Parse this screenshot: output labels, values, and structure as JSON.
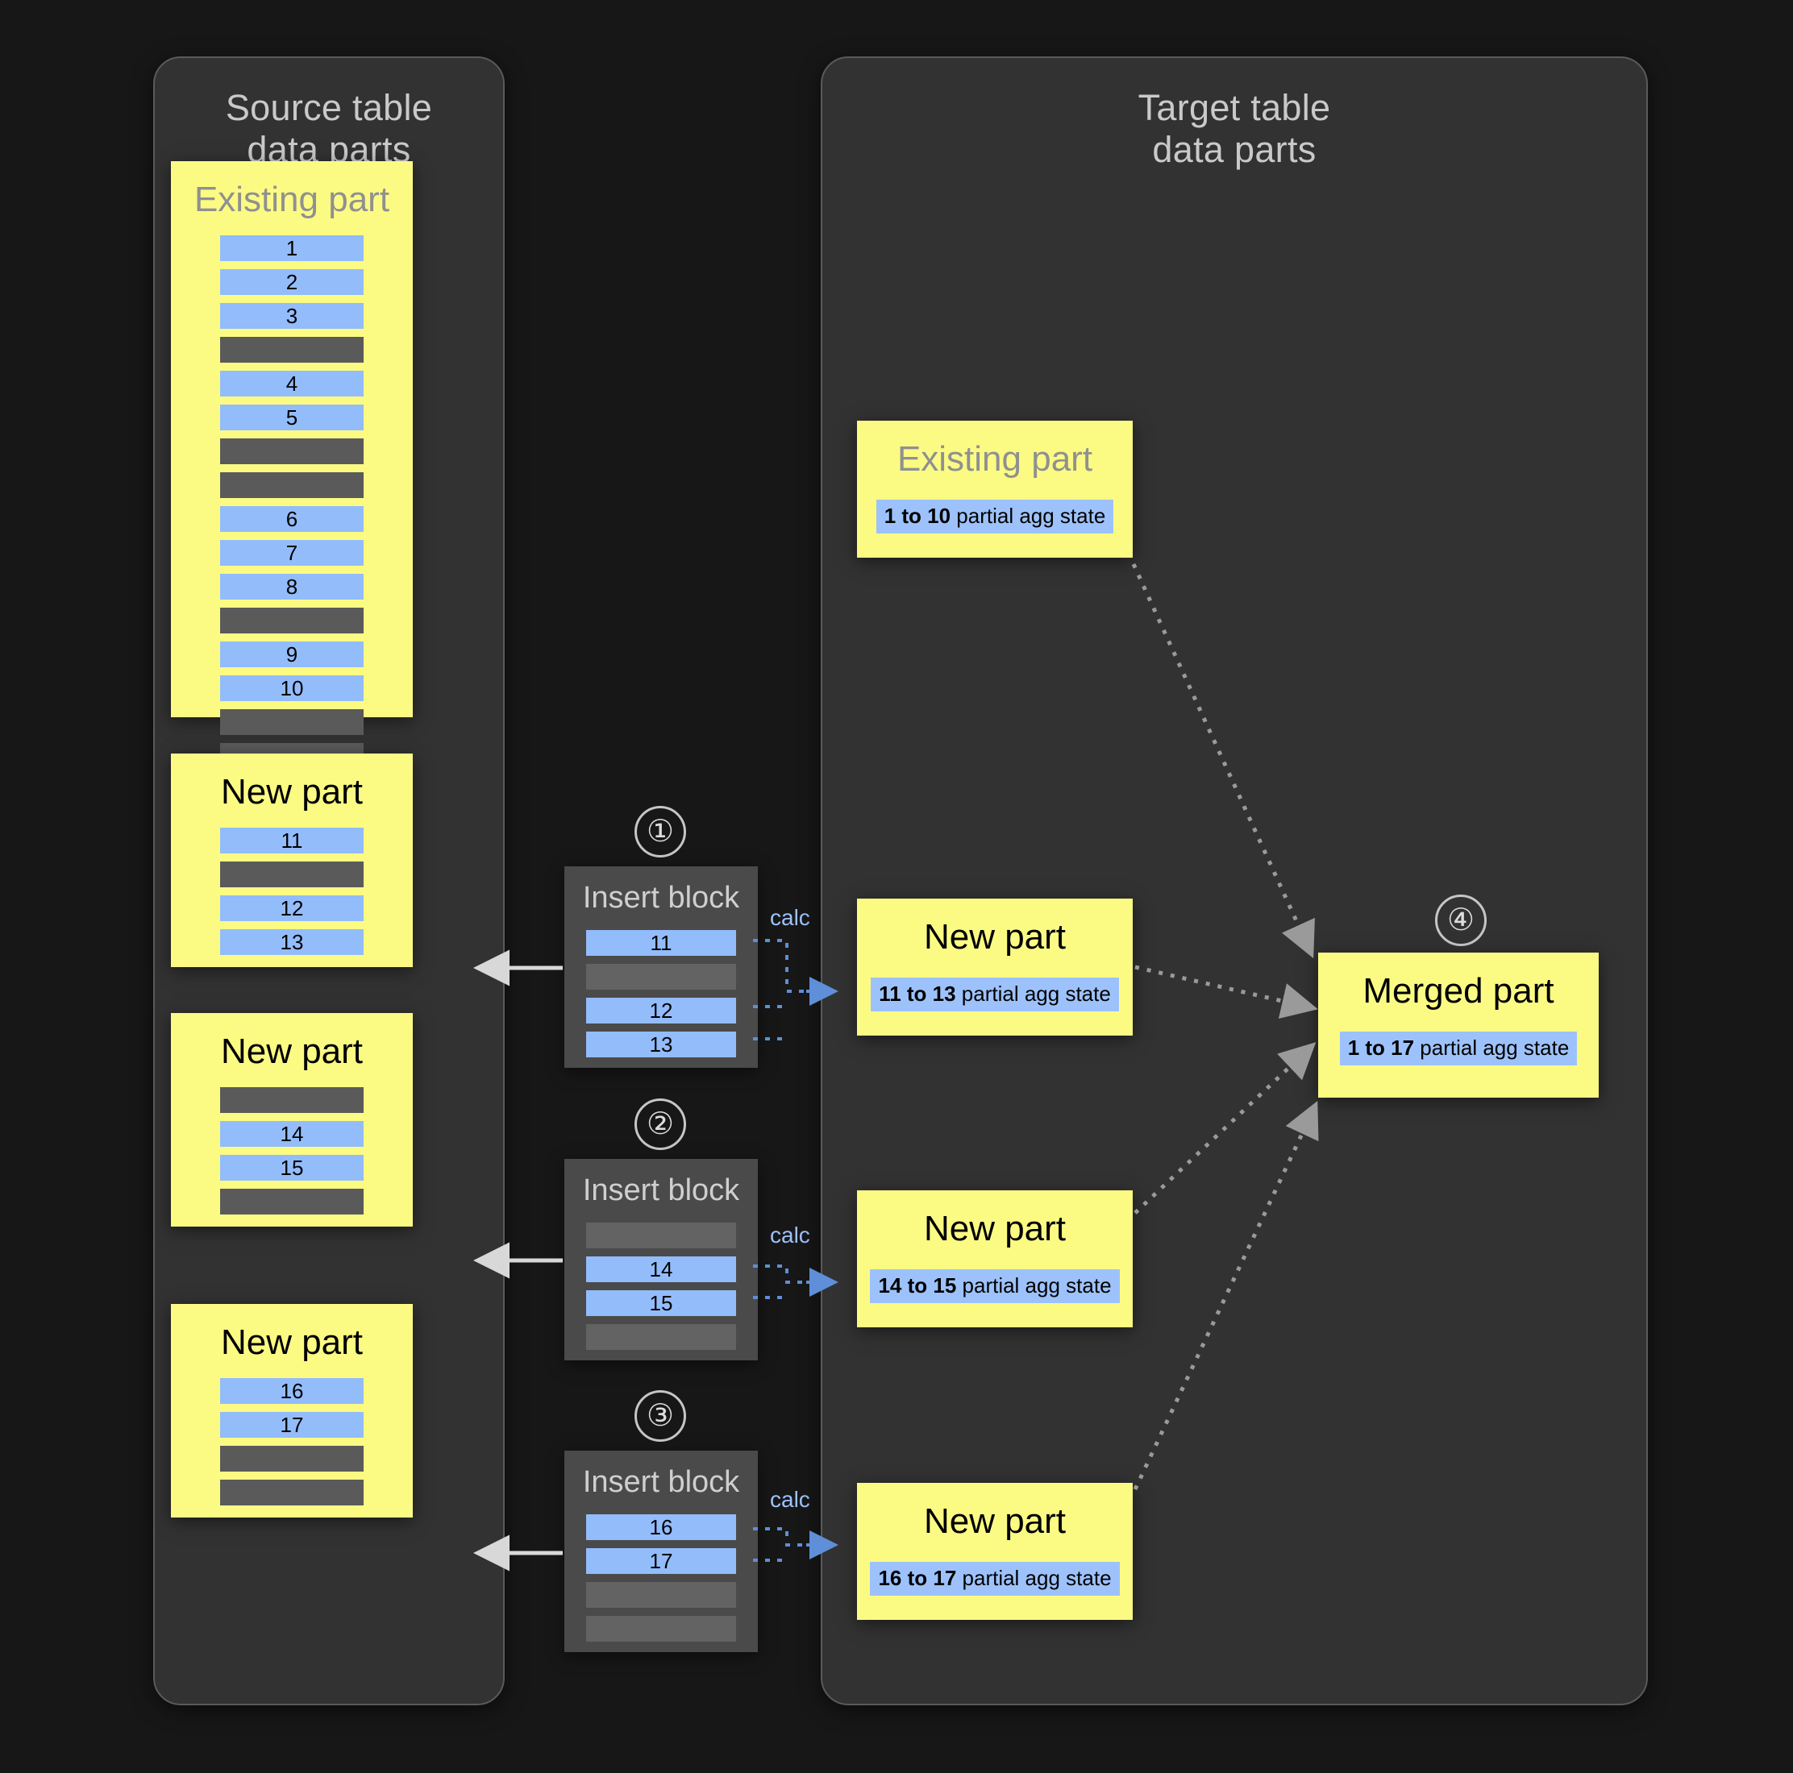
{
  "panels": {
    "source": {
      "title": "Source table\ndata parts"
    },
    "target": {
      "title": "Target table\ndata parts"
    }
  },
  "source_parts": [
    {
      "name": "existing-part",
      "title": "Existing part",
      "rows": [
        {
          "type": "blue",
          "label": "1"
        },
        {
          "type": "blue",
          "label": "2"
        },
        {
          "type": "blue",
          "label": "3"
        },
        {
          "type": "gray",
          "label": ""
        },
        {
          "type": "blue",
          "label": "4"
        },
        {
          "type": "blue",
          "label": "5"
        },
        {
          "type": "gray",
          "label": ""
        },
        {
          "type": "gray",
          "label": ""
        },
        {
          "type": "blue",
          "label": "6"
        },
        {
          "type": "blue",
          "label": "7"
        },
        {
          "type": "blue",
          "label": "8"
        },
        {
          "type": "gray",
          "label": ""
        },
        {
          "type": "blue",
          "label": "9"
        },
        {
          "type": "blue",
          "label": "10"
        },
        {
          "type": "gray",
          "label": ""
        },
        {
          "type": "gray",
          "label": ""
        }
      ]
    },
    {
      "name": "new-part-1",
      "title": "New part",
      "rows": [
        {
          "type": "blue",
          "label": "11"
        },
        {
          "type": "gray",
          "label": ""
        },
        {
          "type": "blue",
          "label": "12"
        },
        {
          "type": "blue",
          "label": "13"
        }
      ]
    },
    {
      "name": "new-part-2",
      "title": "New part",
      "rows": [
        {
          "type": "gray",
          "label": ""
        },
        {
          "type": "blue",
          "label": "14"
        },
        {
          "type": "blue",
          "label": "15"
        },
        {
          "type": "gray",
          "label": ""
        }
      ]
    },
    {
      "name": "new-part-3",
      "title": "New part",
      "rows": [
        {
          "type": "blue",
          "label": "16"
        },
        {
          "type": "blue",
          "label": "17"
        },
        {
          "type": "gray",
          "label": ""
        },
        {
          "type": "gray",
          "label": ""
        }
      ]
    }
  ],
  "insert_blocks": [
    {
      "step": "①",
      "title": "Insert block",
      "calc_label": "calc",
      "rows": [
        {
          "type": "blue",
          "label": "11"
        },
        {
          "type": "gray",
          "label": ""
        },
        {
          "type": "blue",
          "label": "12"
        },
        {
          "type": "blue",
          "label": "13"
        }
      ]
    },
    {
      "step": "②",
      "title": "Insert block",
      "calc_label": "calc",
      "rows": [
        {
          "type": "gray",
          "label": ""
        },
        {
          "type": "blue",
          "label": "14"
        },
        {
          "type": "blue",
          "label": "15"
        },
        {
          "type": "gray",
          "label": ""
        }
      ]
    },
    {
      "step": "③",
      "title": "Insert block",
      "calc_label": "calc",
      "rows": [
        {
          "type": "blue",
          "label": "16"
        },
        {
          "type": "blue",
          "label": "17"
        },
        {
          "type": "gray",
          "label": ""
        },
        {
          "type": "gray",
          "label": ""
        }
      ]
    }
  ],
  "target_parts": [
    {
      "name": "target-existing-part",
      "title": "Existing part",
      "title_style": "muted",
      "agg_range": "1 to 10",
      "agg_suffix": " partial agg state"
    },
    {
      "name": "target-new-part-1",
      "title": "New part",
      "title_style": "dark",
      "agg_range": "11 to 13",
      "agg_suffix": " partial agg state"
    },
    {
      "name": "target-new-part-2",
      "title": "New part",
      "title_style": "dark",
      "agg_range": "14 to 15",
      "agg_suffix": " partial agg state"
    },
    {
      "name": "target-new-part-3",
      "title": "New part",
      "title_style": "dark",
      "agg_range": "16 to 17",
      "agg_suffix": " partial agg state"
    }
  ],
  "merged": {
    "step": "④",
    "title": "Merged part",
    "agg_range": "1 to 17",
    "agg_suffix": " partial agg state"
  },
  "colors": {
    "background": "#171717",
    "panel": "#323232",
    "panel_border": "#5a5a5a",
    "part_yellow": "#fbfb84",
    "row_blue": "#93bcfb",
    "row_gray": "#5a5a5a",
    "insert_block": "#4a4a4a",
    "calc_blue": "#9dc2fb",
    "arrow_gray": "#d0d0d0",
    "dotted_gray": "#9a9a9a"
  }
}
